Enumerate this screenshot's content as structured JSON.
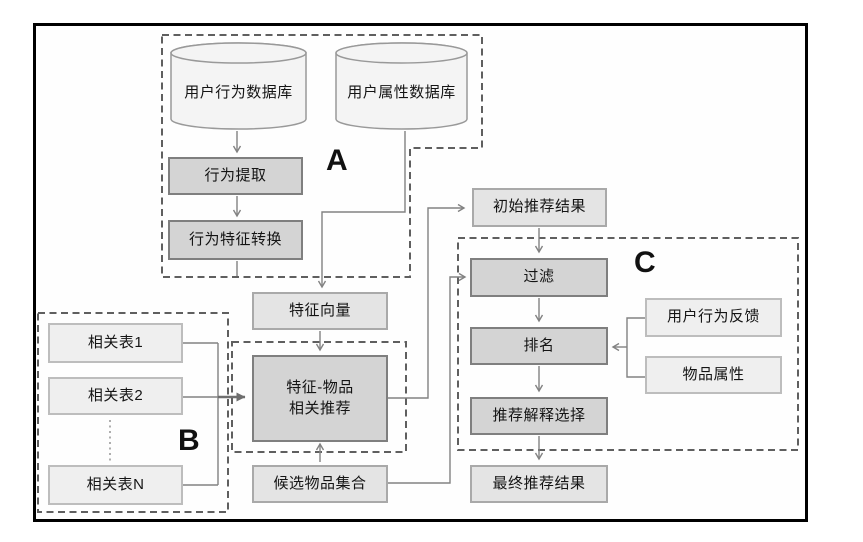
{
  "diagram": {
    "section_labels": {
      "a": "A",
      "b": "B",
      "c": "C"
    },
    "nodes": {
      "db_user_behavior": "用户行为数据库",
      "db_user_attribute": "用户属性数据库",
      "behavior_extraction": "行为提取",
      "behavior_feature_conversion": "行为特征转换",
      "feature_vector": "特征向量",
      "feature_item_line1": "特征-物品",
      "feature_item_line2": "相关推荐",
      "candidate_items": "候选物品集合",
      "related_table_1": "相关表1",
      "related_table_2": "相关表2",
      "related_table_n": "相关表N",
      "initial_results": "初始推荐结果",
      "filter": "过滤",
      "ranking": "排名",
      "user_behavior_feedback": "用户行为反馈",
      "item_attributes": "物品属性",
      "explanation_selection": "推荐解释选择",
      "final_results": "最终推荐结果"
    },
    "colors": {
      "process_box_fill": "#d4d4d4",
      "process_box_border": "#7f7f7f",
      "data_box_fill": "#e4e4e4",
      "data_box_border": "#a9a9a9",
      "side_box_fill": "#efefef",
      "cylinder_fill": "#f4f4f4",
      "connector": "#828282",
      "dashed_region": "#5f5f5f",
      "frame_border": "#000000"
    }
  }
}
